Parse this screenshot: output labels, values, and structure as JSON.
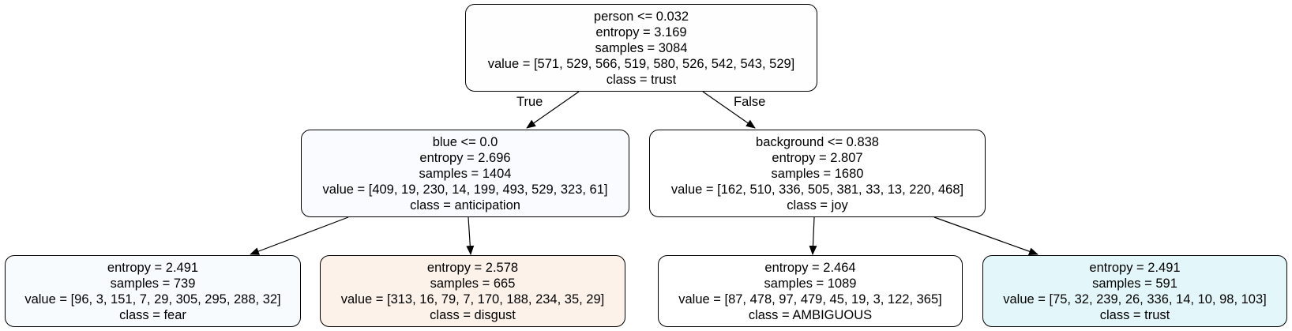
{
  "tree": {
    "edge_labels": {
      "true_label": "True",
      "false_label": "False"
    },
    "nodes": [
      {
        "id": "root",
        "split": "person <= 0.032",
        "entropy": "entropy = 3.169",
        "samples": "samples = 3084",
        "value": "value = [571, 529, 566, 519, 580, 526, 542, 543, 529]",
        "class": "class = trust",
        "fill": "#fefeff"
      },
      {
        "id": "left",
        "split": "blue <= 0.0",
        "entropy": "entropy = 2.696",
        "samples": "samples = 1404",
        "value": "value = [409, 19, 230, 14, 199, 493, 529, 323, 61]",
        "class": "class = anticipation",
        "fill": "#fafbfe"
      },
      {
        "id": "right",
        "split": "background <= 0.838",
        "entropy": "entropy = 2.807",
        "samples": "samples = 1680",
        "value": "value = [162, 510, 336, 505, 381, 33, 13, 220, 468]",
        "class": "class = joy",
        "fill": "#ffffff"
      },
      {
        "id": "leaf-ll",
        "entropy": "entropy = 2.491",
        "samples": "samples = 739",
        "value": "value = [96, 3, 151, 7, 29, 305, 295, 288, 32]",
        "class": "class = fear",
        "fill": "#f8fbfe"
      },
      {
        "id": "leaf-lr",
        "entropy": "entropy = 2.578",
        "samples": "samples = 665",
        "value": "value = [313, 16, 79, 7, 170, 188, 234, 35, 29]",
        "class": "class = disgust",
        "fill": "#fcf2ea"
      },
      {
        "id": "leaf-rl",
        "entropy": "entropy = 2.464",
        "samples": "samples = 1089",
        "value": "value = [87, 478, 97, 479, 45, 19, 3, 122, 365]",
        "class": "class = AMBIGUOUS",
        "fill": "#ffffff"
      },
      {
        "id": "leaf-rr",
        "entropy": "entropy = 2.491",
        "samples": "samples = 591",
        "value": "value = [75, 32, 239, 26, 336, 14, 10, 98, 103]",
        "class": "class = trust",
        "fill": "#e3f7fa"
      }
    ]
  }
}
